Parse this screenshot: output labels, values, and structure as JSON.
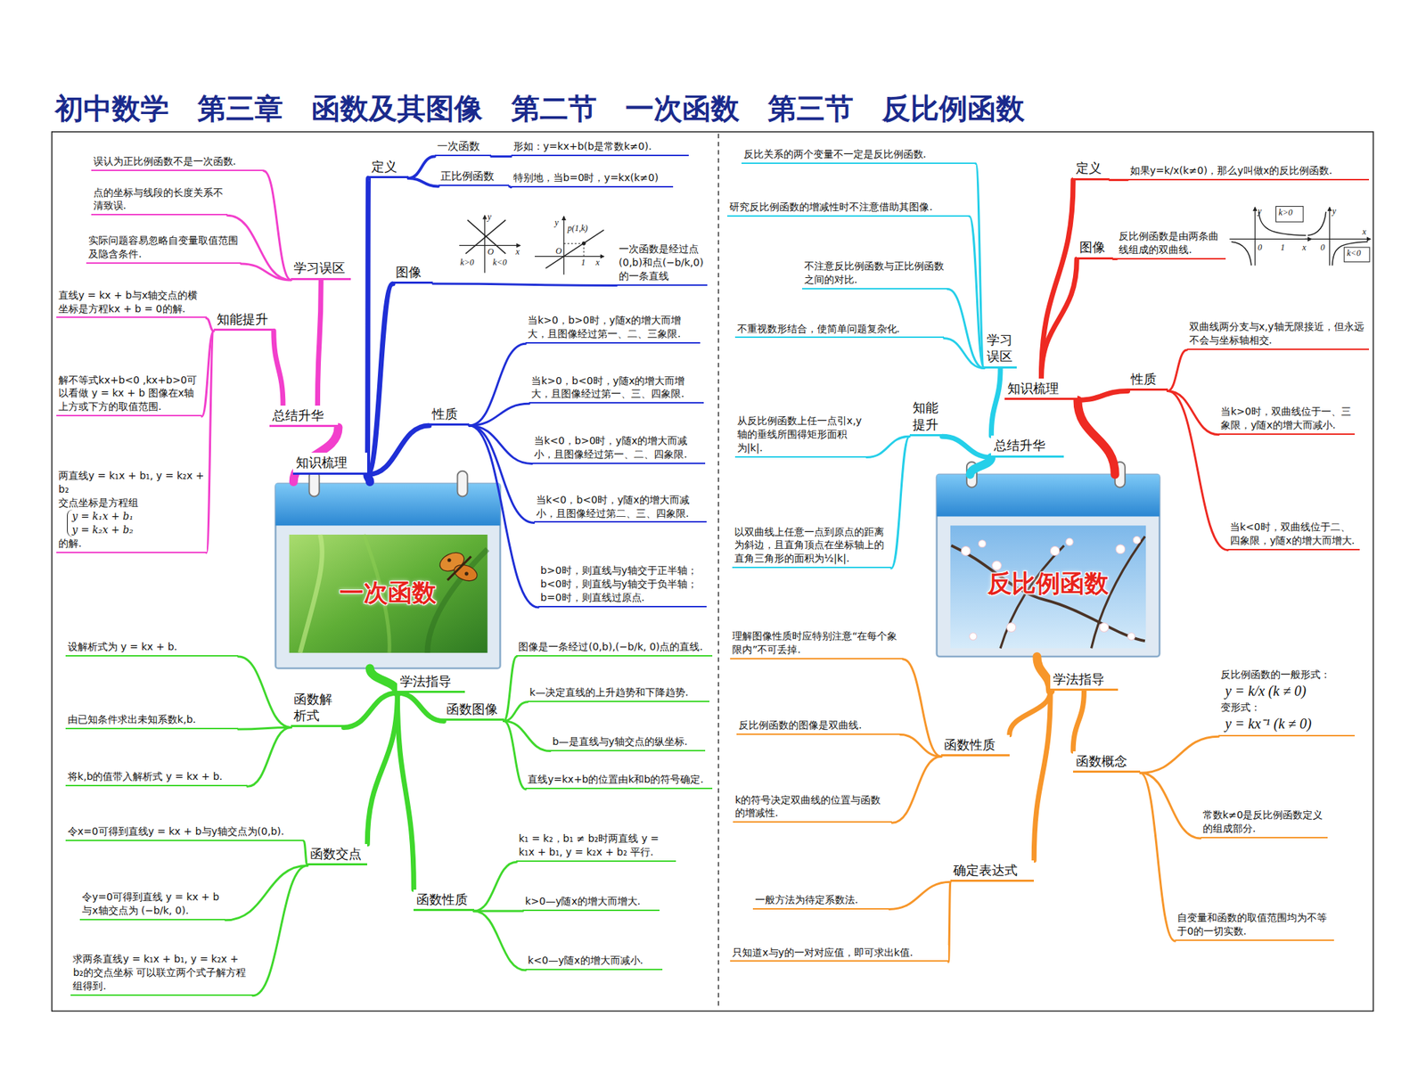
{
  "diagram": {
    "title": "初中数学　第三章　函数及其图像　第二节　一次函数　第三节　反比例函数",
    "nodes": [
      {
        "text": [
          "一次函数"
        ]
      },
      {
        "text": [
          "知识梳理"
        ]
      },
      {
        "text": [
          "定义"
        ]
      },
      {
        "text": [
          "一次函数"
        ]
      },
      {
        "text": [
          "形如：y=kx+b(b是常数k≠0)."
        ]
      },
      {
        "text": [
          "正比例函数"
        ]
      },
      {
        "text": [
          "特别地，当b=0时，y=kx(k≠0)"
        ]
      },
      {
        "text": [
          "图像"
        ]
      },
      {
        "text": [
          "一次函数是经过点(0,b)和点(−b/k,0)的一条直线"
        ]
      },
      {
        "text": [
          "性质"
        ]
      },
      {
        "text": [
          "当k>0，b>0时，y随x的增大而增大，且图像经过第一、二、三象限."
        ]
      },
      {
        "text": [
          "当k>0，b<0时，y随x的增大而增大，且图像经过第一、三、四象限."
        ]
      },
      {
        "text": [
          "当k<0，b>0时，y随x的增大而减小，且图像经过第一、二、四象限."
        ]
      },
      {
        "text": [
          "当k<0，b<0时，y随x的增大而减小，且图像经过第二、三、四象限."
        ]
      },
      {
        "text": [
          "b>0时，则直线与y轴交于正半轴；b<0时，则直线与y轴交于负半轴；b=0时，则直线过原点."
        ]
      },
      {
        "text": [
          "总结升华"
        ]
      },
      {
        "text": [
          "学习误区"
        ]
      },
      {
        "text": [
          "误认为正比例函数不是一次函数."
        ]
      },
      {
        "text": [
          "点的坐标与线段的长度关系不清致误."
        ]
      },
      {
        "text": [
          "实际问题容易忽略自变量取值范围及隐含条件."
        ]
      },
      {
        "text": [
          "知能提升"
        ]
      },
      {
        "text": [
          "直线y = kx + b与x轴交点的横坐标是方程kx + b = 0的解."
        ]
      },
      {
        "text": [
          "解不等式kx+b<0 ,kx+b>0可以看做 y = kx + b 图像在x轴上方或下方的取值范围."
        ]
      },
      {
        "text": [
          "两直线y = k₁x + b₁, y = k₂x + b₂",
          "交点坐标是方程组",
          "y = k₁x + b₁",
          "y = k₂x + b₂",
          "的解."
        ]
      },
      {
        "text": [
          "学法指导"
        ]
      },
      {
        "text": [
          "函数解析式"
        ]
      },
      {
        "text": [
          "设解析式为 y = kx + b."
        ]
      },
      {
        "text": [
          "由已知条件求出未知系数k,b."
        ]
      },
      {
        "text": [
          "将k,b的值带入解析式 y = kx + b."
        ]
      },
      {
        "text": [
          "函数交点"
        ]
      },
      {
        "text": [
          "令x=0可得到直线y = kx + b与y轴交点为(0,b)."
        ]
      },
      {
        "text": [
          "令y=0可得到直线 y = kx + b 与x轴交点为 (−b/k, 0)."
        ]
      },
      {
        "text": [
          "求两条直线y = k₁x + b₁, y = k₂x + b₂的交点坐标 可以联立两个式子解方程组得到."
        ]
      },
      {
        "text": [
          "函数图像"
        ]
      },
      {
        "text": [
          "图像是一条经过(0,b),(−b/k, 0)点的直线."
        ]
      },
      {
        "text": [
          "k—决定直线的上升趋势和下降趋势."
        ]
      },
      {
        "text": [
          "b—是直线与y轴交点的纵坐标."
        ]
      },
      {
        "text": [
          "直线y=kx+b的位置由k和b的符号确定."
        ]
      },
      {
        "text": [
          "函数性质"
        ]
      },
      {
        "text": [
          "k₁ = k₂，b₁ ≠ b₂时两直线 y = k₁x + b₁, y = k₂x + b₂ 平行."
        ]
      },
      {
        "text": [
          "k>0—y随x的增大而增大."
        ]
      },
      {
        "text": [
          "k<0—y随x的增大而减小."
        ]
      },
      {
        "text": [
          "反比例函数"
        ]
      },
      {
        "text": [
          "知识梳理"
        ]
      },
      {
        "text": [
          "定义"
        ]
      },
      {
        "text": [
          "如果y=k/x(k≠0)，那么y叫做x的反比例函数."
        ]
      },
      {
        "text": [
          "图像"
        ]
      },
      {
        "text": [
          "反比例函数是由两条曲线组成的双曲线."
        ]
      },
      {
        "text": [
          "性质"
        ]
      },
      {
        "text": [
          "双曲线两分支与x,y轴无限接近，但永远不会与坐标轴相交."
        ]
      },
      {
        "text": [
          "当k>0时，双曲线位于一、三象限，y随x的增大而减小."
        ]
      },
      {
        "text": [
          "当k<0时，双曲线位于二、四象限，y随x的增大而增大."
        ]
      },
      {
        "text": [
          "总结升华"
        ]
      },
      {
        "text": [
          "学习误区"
        ]
      },
      {
        "text": [
          "反比关系的两个变量不一定是反比例函数."
        ]
      },
      {
        "text": [
          "研究反比例函数的增减性时不注意借助其图像."
        ]
      },
      {
        "text": [
          "不注意反比例函数与正比例函数之间的对比."
        ]
      },
      {
        "text": [
          "不重视数形结合，使简单问题复杂化."
        ]
      },
      {
        "text": [
          "知能提升"
        ]
      },
      {
        "text": [
          "从反比例函数上任一点引x,y轴的垂线所围得矩形面积为|k|."
        ]
      },
      {
        "text": [
          "以双曲线上任意一点到原点的距离为斜边，且直角顶点在坐标轴上的直角三角形的面积为½|k|."
        ]
      },
      {
        "text": [
          "学法指导"
        ]
      },
      {
        "text": [
          "函数性质"
        ]
      },
      {
        "text": [
          "理解图像性质时应特别注意“在每个象限内”不可丢掉."
        ]
      },
      {
        "text": [
          "反比例函数的图像是双曲线."
        ]
      },
      {
        "text": [
          "k的符号决定双曲线的位置与函数的增减性."
        ]
      },
      {
        "text": [
          "确定表达式"
        ]
      },
      {
        "text": [
          "一般方法为待定系数法."
        ]
      },
      {
        "text": [
          "只知道x与y的一对对应值，即可求出k值."
        ]
      },
      {
        "text": [
          "函数概念"
        ]
      },
      {
        "text": [
          "反比例函数的一般形式：",
          "y = k/x (k ≠ 0)",
          "变形式：",
          "y = kx⁻¹ (k ≠ 0)"
        ]
      },
      {
        "text": [
          "常数k≠0是反比例函数定义的组成部分."
        ]
      },
      {
        "text": [
          "自变量和函数的取值范围均为不等于0的一切实数."
        ]
      }
    ],
    "edges": [
      {
        "from": 0,
        "to": 1,
        "arrow": "none"
      },
      {
        "from": 1,
        "to": 2,
        "arrow": "none"
      },
      {
        "from": 2,
        "to": 3,
        "arrow": "none"
      },
      {
        "from": 3,
        "to": 4,
        "arrow": "none"
      },
      {
        "from": 2,
        "to": 5,
        "arrow": "none"
      },
      {
        "from": 5,
        "to": 6,
        "arrow": "none"
      },
      {
        "from": 1,
        "to": 7,
        "arrow": "none"
      },
      {
        "from": 7,
        "to": 8,
        "arrow": "none"
      },
      {
        "from": 1,
        "to": 9,
        "arrow": "none"
      },
      {
        "from": 9,
        "to": 10,
        "arrow": "none"
      },
      {
        "from": 9,
        "to": 11,
        "arrow": "none"
      },
      {
        "from": 9,
        "to": 12,
        "arrow": "none"
      },
      {
        "from": 9,
        "to": 13,
        "arrow": "none"
      },
      {
        "from": 9,
        "to": 14,
        "arrow": "none"
      },
      {
        "from": 0,
        "to": 15,
        "arrow": "none"
      },
      {
        "from": 15,
        "to": 16,
        "arrow": "none"
      },
      {
        "from": 16,
        "to": 17,
        "arrow": "none"
      },
      {
        "from": 16,
        "to": 18,
        "arrow": "none"
      },
      {
        "from": 16,
        "to": 19,
        "arrow": "none"
      },
      {
        "from": 15,
        "to": 20,
        "arrow": "none"
      },
      {
        "from": 20,
        "to": 21,
        "arrow": "none"
      },
      {
        "from": 20,
        "to": 22,
        "arrow": "none"
      },
      {
        "from": 20,
        "to": 23,
        "arrow": "none"
      },
      {
        "from": 0,
        "to": 24,
        "arrow": "none"
      },
      {
        "from": 24,
        "to": 25,
        "arrow": "none"
      },
      {
        "from": 25,
        "to": 26,
        "arrow": "none"
      },
      {
        "from": 25,
        "to": 27,
        "arrow": "none"
      },
      {
        "from": 25,
        "to": 28,
        "arrow": "none"
      },
      {
        "from": 24,
        "to": 29,
        "arrow": "none"
      },
      {
        "from": 29,
        "to": 30,
        "arrow": "none"
      },
      {
        "from": 29,
        "to": 31,
        "arrow": "none"
      },
      {
        "from": 29,
        "to": 32,
        "arrow": "none"
      },
      {
        "from": 24,
        "to": 33,
        "arrow": "none"
      },
      {
        "from": 33,
        "to": 34,
        "arrow": "none"
      },
      {
        "from": 33,
        "to": 35,
        "arrow": "none"
      },
      {
        "from": 33,
        "to": 36,
        "arrow": "none"
      },
      {
        "from": 33,
        "to": 37,
        "arrow": "none"
      },
      {
        "from": 24,
        "to": 38,
        "arrow": "none"
      },
      {
        "from": 38,
        "to": 39,
        "arrow": "none"
      },
      {
        "from": 38,
        "to": 40,
        "arrow": "none"
      },
      {
        "from": 38,
        "to": 41,
        "arrow": "none"
      },
      {
        "from": 42,
        "to": 43,
        "arrow": "none"
      },
      {
        "from": 43,
        "to": 44,
        "arrow": "none"
      },
      {
        "from": 44,
        "to": 45,
        "arrow": "none"
      },
      {
        "from": 43,
        "to": 46,
        "arrow": "none"
      },
      {
        "from": 46,
        "to": 47,
        "arrow": "none"
      },
      {
        "from": 43,
        "to": 48,
        "arrow": "none"
      },
      {
        "from": 48,
        "to": 49,
        "arrow": "none"
      },
      {
        "from": 48,
        "to": 50,
        "arrow": "none"
      },
      {
        "from": 48,
        "to": 51,
        "arrow": "none"
      },
      {
        "from": 42,
        "to": 52,
        "arrow": "none"
      },
      {
        "from": 52,
        "to": 53,
        "arrow": "none"
      },
      {
        "from": 53,
        "to": 54,
        "arrow": "none"
      },
      {
        "from": 53,
        "to": 55,
        "arrow": "none"
      },
      {
        "from": 53,
        "to": 56,
        "arrow": "none"
      },
      {
        "from": 53,
        "to": 57,
        "arrow": "none"
      },
      {
        "from": 52,
        "to": 58,
        "arrow": "none"
      },
      {
        "from": 58,
        "to": 59,
        "arrow": "none"
      },
      {
        "from": 58,
        "to": 60,
        "arrow": "none"
      },
      {
        "from": 42,
        "to": 61,
        "arrow": "none"
      },
      {
        "from": 61,
        "to": 62,
        "arrow": "none"
      },
      {
        "from": 62,
        "to": 63,
        "arrow": "none"
      },
      {
        "from": 62,
        "to": 64,
        "arrow": "none"
      },
      {
        "from": 62,
        "to": 65,
        "arrow": "none"
      },
      {
        "from": 61,
        "to": 66,
        "arrow": "none"
      },
      {
        "from": 66,
        "to": 67,
        "arrow": "none"
      },
      {
        "from": 66,
        "to": 68,
        "arrow": "none"
      },
      {
        "from": 61,
        "to": 69,
        "arrow": "none"
      },
      {
        "from": 69,
        "to": 70,
        "arrow": "none"
      },
      {
        "from": 69,
        "to": 71,
        "arrow": "none"
      },
      {
        "from": 69,
        "to": 72,
        "arrow": "none"
      }
    ],
    "labels": [
      "y",
      "x",
      "O",
      "k>0",
      "k<0",
      "y",
      "p(1,k)",
      "O",
      "1",
      "x",
      "y",
      "k>0",
      "0",
      "1",
      "x",
      "y",
      "0",
      "k<0",
      "x"
    ]
  }
}
